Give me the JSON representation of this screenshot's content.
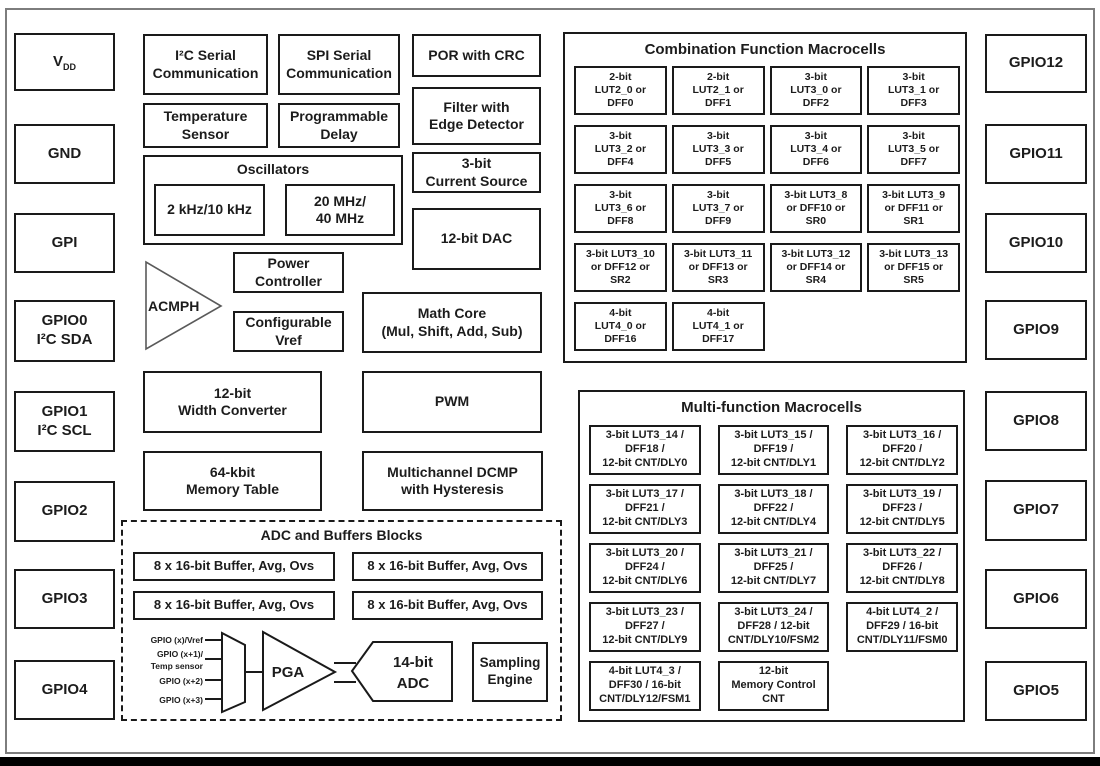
{
  "colors": {
    "line": "#1a1a1a",
    "frame": "#7d7d7d",
    "bottom_bar": "#000000"
  },
  "pins": {
    "left": [
      {
        "label": "VDD",
        "main": "V",
        "sub": "DD"
      },
      {
        "label": "GND"
      },
      {
        "label": "GPI"
      },
      {
        "label": "GPIO0\nI²C SDA"
      },
      {
        "label": "GPIO1\nI²C SCL"
      },
      {
        "label": "GPIO2"
      },
      {
        "label": "GPIO3"
      },
      {
        "label": "GPIO4"
      }
    ],
    "right": [
      "GPIO12",
      "GPIO11",
      "GPIO10",
      "GPIO9",
      "GPIO8",
      "GPIO7",
      "GPIO6",
      "GPIO5"
    ]
  },
  "blocks": {
    "i2c": "I²C Serial\nCommunication",
    "spi": "SPI Serial\nCommunication",
    "por": "POR with CRC",
    "temp": "Temperature\nSensor",
    "prog_delay": "Programmable\nDelay",
    "filter": "Filter with\nEdge Detector",
    "current_source": "3-bit\nCurrent Source",
    "dac": "12-bit DAC",
    "power": "Power\nController",
    "acmph": "ACMPH",
    "vref": "Configurable\nVref",
    "math_core": "Math Core\n(Mul, Shift, Add, Sub)",
    "width_conv": "12-bit\nWidth Converter",
    "pwm": "PWM",
    "memory_table": "64-kbit\nMemory Table",
    "dcmp": "Multichannel DCMP\nwith Hysteresis"
  },
  "oscillators": {
    "title": "Oscillators",
    "low": "2 kHz/10 kHz",
    "high": "20 MHz/\n40 MHz"
  },
  "adc_section": {
    "title": "ADC and Buffers Blocks",
    "buffers": [
      "8 x 16-bit Buffer, Avg, Ovs",
      "8 x 16-bit Buffer, Avg, Ovs",
      "8 x 16-bit Buffer, Avg, Ovs",
      "8 x 16-bit Buffer, Avg, Ovs"
    ],
    "inputs": [
      "GPIO (x)/Vref",
      "GPIO (x+1)/",
      "Temp sensor",
      "GPIO (x+2)",
      "GPIO (x+3)"
    ],
    "pga": "PGA",
    "adc_line1": "14-bit",
    "adc_line2": "ADC",
    "sampling": "Sampling\nEngine"
  },
  "combination": {
    "title": "Combination Function Macrocells",
    "cells": [
      "2-bit\nLUT2_0 or\nDFF0",
      "2-bit\nLUT2_1 or\nDFF1",
      "3-bit\nLUT3_0 or\nDFF2",
      "3-bit\nLUT3_1 or\nDFF3",
      "3-bit\nLUT3_2 or\nDFF4",
      "3-bit\nLUT3_3 or\nDFF5",
      "3-bit\nLUT3_4 or\nDFF6",
      "3-bit\nLUT3_5 or\nDFF7",
      "3-bit\nLUT3_6 or\nDFF8",
      "3-bit\nLUT3_7 or\nDFF9",
      "3-bit LUT3_8\nor DFF10 or\nSR0",
      "3-bit LUT3_9\nor DFF11 or\nSR1",
      "3-bit LUT3_10\nor DFF12 or\nSR2",
      "3-bit LUT3_11\nor DFF13 or\nSR3",
      "3-bit LUT3_12\nor DFF14 or\nSR4",
      "3-bit LUT3_13\nor DFF15 or\nSR5",
      "4-bit\nLUT4_0 or\nDFF16",
      "4-bit\nLUT4_1 or\nDFF17"
    ]
  },
  "multifunction": {
    "title": "Multi-function Macrocells",
    "cells": [
      "3-bit LUT3_14 /\nDFF18 /\n12-bit CNT/DLY0",
      "3-bit LUT3_15 /\nDFF19 /\n12-bit CNT/DLY1",
      "3-bit LUT3_16 /\nDFF20 /\n12-bit CNT/DLY2",
      "3-bit LUT3_17 /\nDFF21 /\n12-bit CNT/DLY3",
      "3-bit LUT3_18 /\nDFF22 /\n12-bit CNT/DLY4",
      "3-bit LUT3_19 /\nDFF23 /\n12-bit CNT/DLY5",
      "3-bit LUT3_20 /\nDFF24 /\n12-bit CNT/DLY6",
      "3-bit LUT3_21 /\nDFF25 /\n12-bit CNT/DLY7",
      "3-bit LUT3_22 /\nDFF26 /\n12-bit CNT/DLY8",
      "3-bit LUT3_23 /\nDFF27 /\n12-bit CNT/DLY9",
      "3-bit LUT3_24 /\nDFF28 / 12-bit\nCNT/DLY10/FSM2",
      "4-bit LUT4_2 /\nDFF29 / 16-bit\nCNT/DLY11/FSM0",
      "4-bit LUT4_3 /\nDFF30 / 16-bit\nCNT/DLY12/FSM1",
      "12-bit\nMemory Control\nCNT"
    ]
  }
}
